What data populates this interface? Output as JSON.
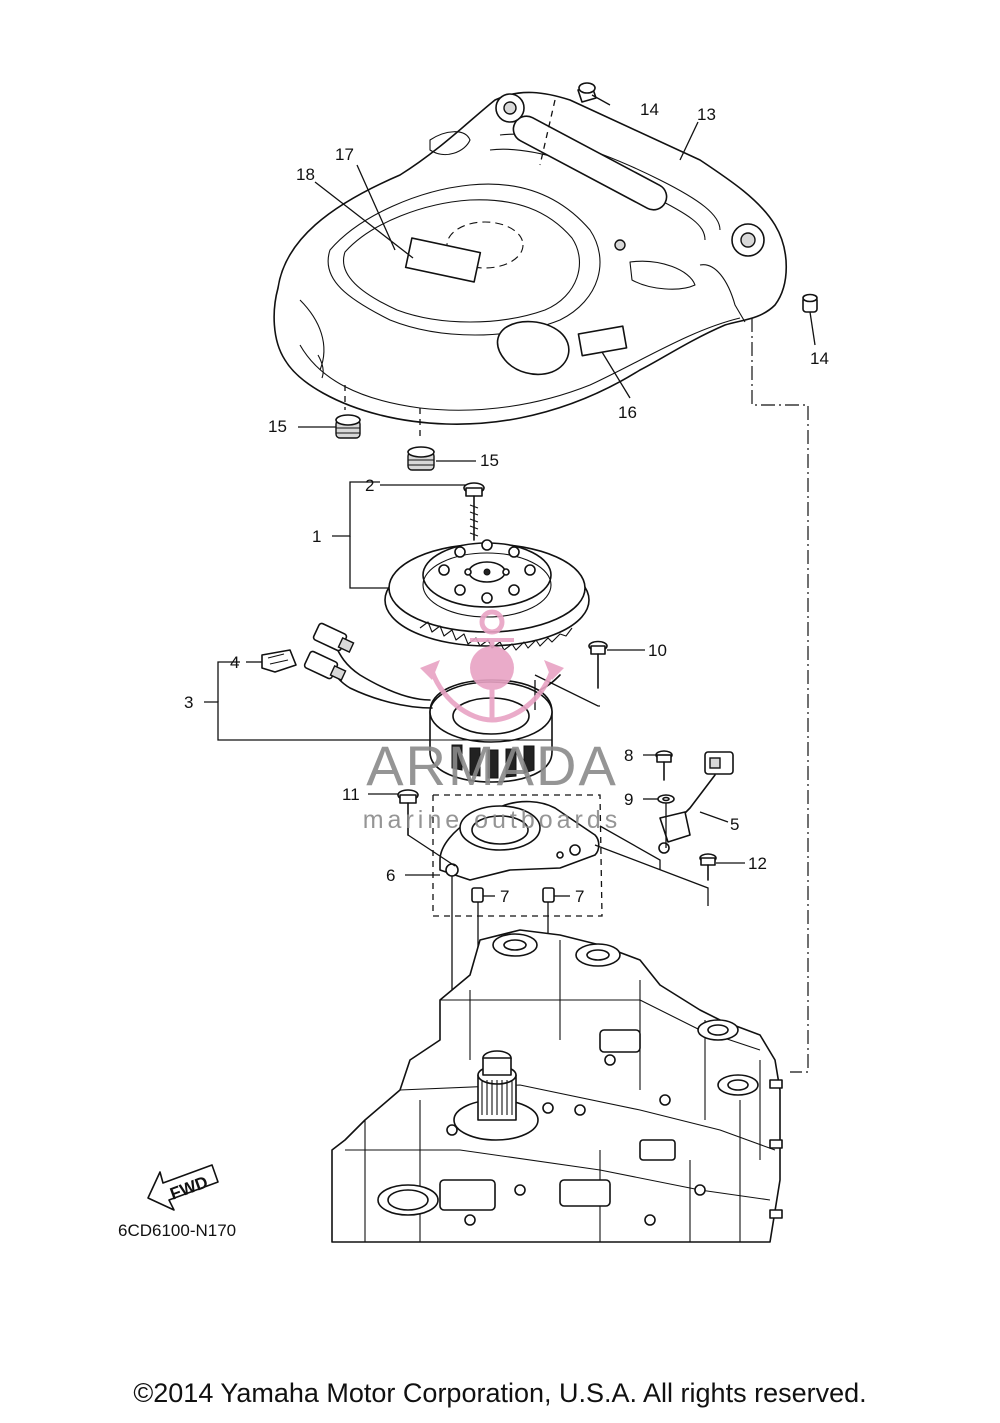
{
  "watermark": {
    "brand": "ARMADA",
    "tagline": "marine outboards",
    "logo_color": "#e8a3c4",
    "text_color": "#8a8a8a"
  },
  "callouts": [
    "1",
    "2",
    "3",
    "4",
    "5",
    "6",
    "7",
    "7",
    "8",
    "9",
    "10",
    "11",
    "12",
    "13",
    "14",
    "14",
    "15",
    "15",
    "16",
    "17",
    "18"
  ],
  "fwd_label": "FWD",
  "drawing_code": "6CD6100-N170",
  "copyright": "©2014 Yamaha Motor Corporation, U.S.A. All rights reserved."
}
